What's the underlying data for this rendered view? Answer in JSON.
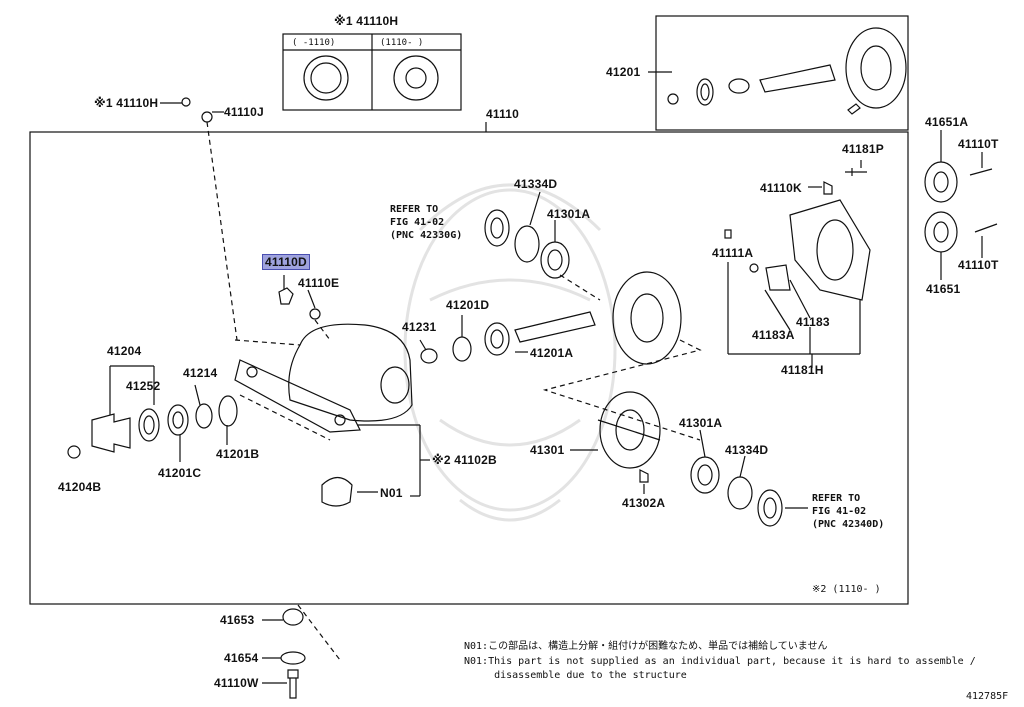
{
  "header_inset": {
    "part": "※1 41110H",
    "col1": "(     -1110)",
    "col2": "(1110-      )"
  },
  "top_right_part": "41201",
  "main_part": "41110",
  "labels": {
    "p41110H_left": "※1 41110H",
    "p41110J": "41110J",
    "p41110D": "41110D",
    "p41110E": "41110E",
    "p41204": "41204",
    "p41252": "41252",
    "p41214": "41214",
    "p41231": "41231",
    "p41201D": "41201D",
    "p41201A_mid": "41201A",
    "p41201C": "41201C",
    "p41201B": "41201B",
    "p41204B": "41204B",
    "p41102B": "※2 41102B",
    "pN01": "N01",
    "p41334D_top": "41334D",
    "p41301A_top": "41301A",
    "p41181P": "41181P",
    "p41110K": "41110K",
    "p41111A": "41111A",
    "p41183": "41183",
    "p41183A": "41183A",
    "p41181H": "41181H",
    "p41651A": "41651A",
    "p41110T_a": "41110T",
    "p41110T_b": "41110T",
    "p41651": "41651",
    "p41301": "41301",
    "p41301A_bot": "41301A",
    "p41334D_bot": "41334D",
    "p41302A": "41302A",
    "p41653": "41653",
    "p41654": "41654",
    "p41110W": "41110W"
  },
  "refer_top": [
    "REFER TO",
    "FIG 41-02",
    "(PNC 42330G)"
  ],
  "refer_bot": [
    "REFER TO",
    "FIG 41-02",
    "(PNC 42340D)"
  ],
  "footnote_range": "※2 (1110-      )",
  "notes": [
    "N01:この部品は、構造上分解・組付けが困難なため、単品では補給していません",
    "N01:This part is not supplied as an individual part, because it is hard to assemble /",
    "     disassemble due to the structure"
  ],
  "figure_id": "412785F",
  "colors": {
    "line": "#111111",
    "highlight": "#9fa3de",
    "watermark": "#e6e6e6"
  }
}
